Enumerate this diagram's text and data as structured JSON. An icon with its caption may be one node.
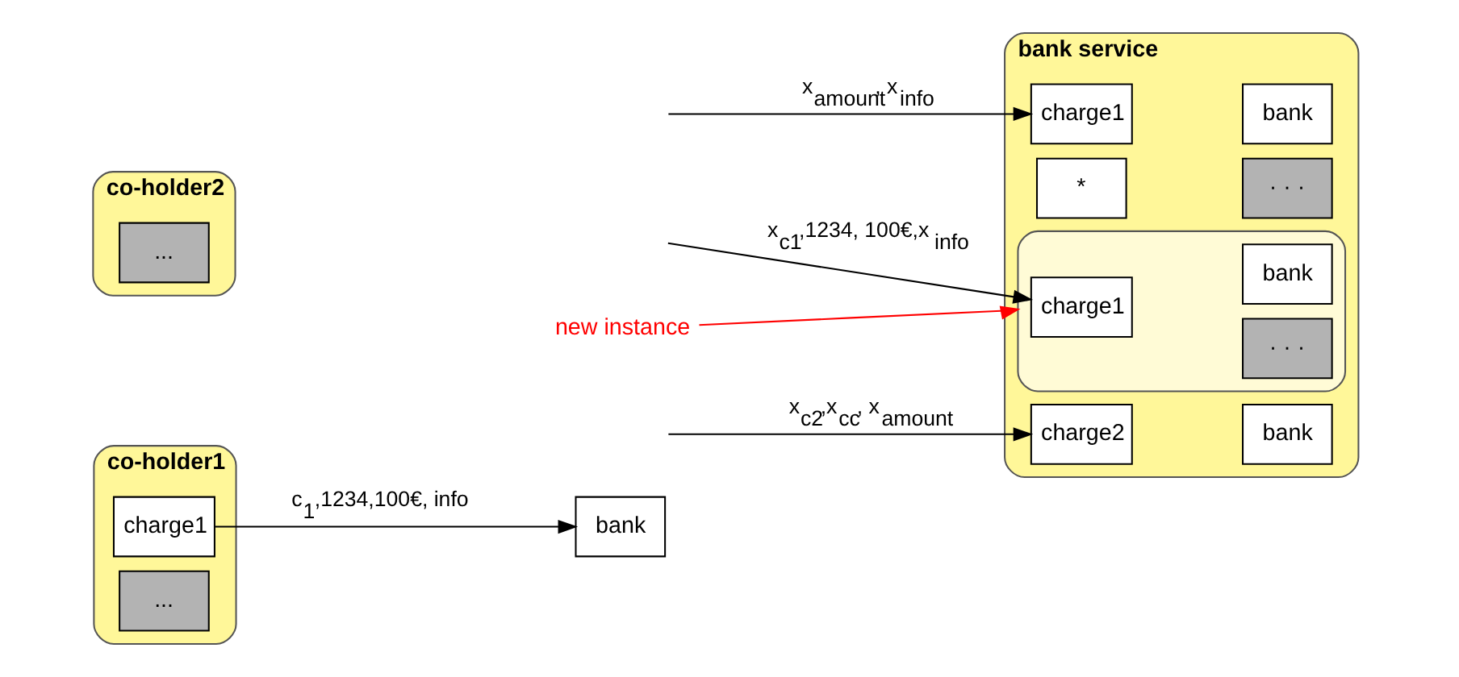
{
  "diagram": {
    "nodes": [
      {
        "text": [
          "co-holder1"
        ]
      },
      {
        "text": [
          "charge1"
        ],
        "in": 0
      },
      {
        "text": [
          "..."
        ],
        "in": 0
      },
      {
        "text": [
          "bank"
        ]
      },
      {
        "text": [
          "co-holder2"
        ]
      },
      {
        "text": [
          "..."
        ],
        "in": 4
      },
      {
        "text": [
          "bank service"
        ]
      },
      {
        "text": [
          "*"
        ],
        "in": 6
      },
      {
        "text": [
          "charge1"
        ],
        "in": 6
      },
      {
        "text": [
          "bank"
        ],
        "in": 6
      },
      {
        "text": [
          "· · ·"
        ],
        "in": 6
      },
      {
        "text": [
          "charge2"
        ],
        "in": 6
      },
      {
        "text": [
          "bank"
        ],
        "in": 6
      },
      {
        "text": [],
        "shape": "box",
        "in": 6
      },
      {
        "text": [
          "charge1"
        ],
        "in": 13
      },
      {
        "text": [
          "bank"
        ],
        "in": 13
      },
      {
        "text": [
          "· · ·"
        ],
        "in": 13
      },
      {
        "text": [
          "new instance"
        ]
      }
    ],
    "edges": [
      {
        "from": 1,
        "to": 3,
        "arrow": "to",
        "label": "c$_{1}$,1234,100€, info"
      },
      {
        "from": null,
        "to": 8,
        "arrow": "to",
        "label": "x$_{amount}$, x$_{info}$"
      },
      {
        "from": null,
        "to": 11,
        "arrow": "to",
        "label": "x$_{c2}$,x$_{cc}$, x$_{amount}$"
      },
      {
        "from": null,
        "to": 14,
        "arrow": "to",
        "label": "x$_{c1}$,1234, 100€,x$_{info}$"
      },
      {
        "from": 17,
        "to": 13,
        "arrow": "to",
        "color": "#ff0000"
      }
    ]
  }
}
